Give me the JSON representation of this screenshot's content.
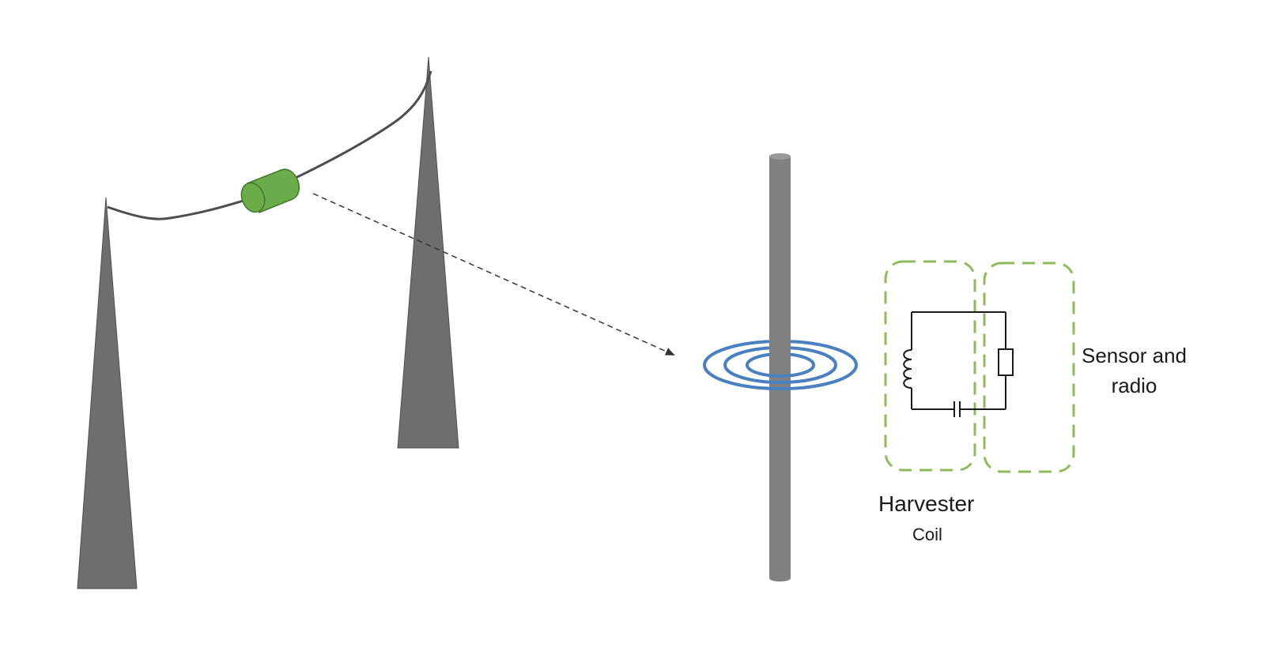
{
  "labels": {
    "sensor_line1": "Sensor and",
    "sensor_line2": "radio",
    "harvester": "Harvester",
    "coil": "Coil"
  },
  "colors": {
    "tower": "#6e6e6e",
    "tower_outline": "#4f4f4f",
    "power_line": "#4d4d4d",
    "sensor_device": "#6aab4a",
    "sensor_device_outline": "#3f7a2c",
    "conductor_rod": "#808080",
    "magnetic_field": "#4a7fc1",
    "dashed_box": "#8fbc5a",
    "circuit": "#1a1a1a",
    "arrow": "#333333"
  },
  "icons": {
    "left_tower": "transmission-tower",
    "right_tower": "transmission-tower",
    "device": "cylinder-sensor",
    "inductor": "inductor-symbol",
    "capacitor": "capacitor-symbol",
    "resistor": "resistor-symbol"
  }
}
